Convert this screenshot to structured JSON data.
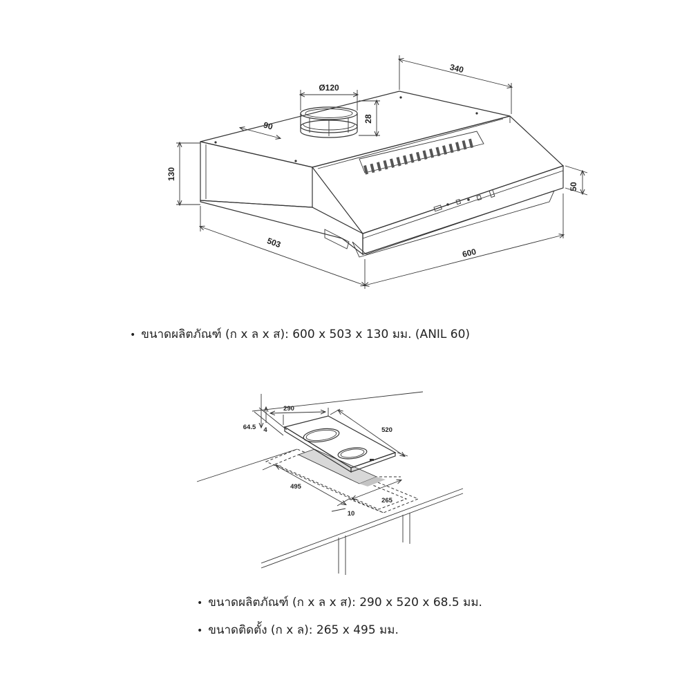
{
  "hood": {
    "dims": {
      "width": "600",
      "depth": "503",
      "height": "130",
      "top_depth": "340",
      "duct_diameter": "Ø120",
      "duct_height": "28",
      "duct_offset": "90",
      "front_lip": "50"
    },
    "spec": {
      "bullet": "•",
      "text": "ขนาดผลิตภัณฑ์ (ก x ล x ส): 600 x 503 x 130 มม. (ANIL 60)"
    }
  },
  "hob": {
    "dims": {
      "width": "290",
      "depth": "520",
      "height": "64.5",
      "glass": "4",
      "cutout_depth": "495",
      "cutout_width": "265",
      "margin": "10"
    },
    "spec_product": {
      "bullet": "•",
      "text": "ขนาดผลิตภัณฑ์ (ก x ล x ส): 290 x 520 x 68.5 มม."
    },
    "spec_install": {
      "bullet": "•",
      "text": "ขนาดติดตั้ง (ก x ล): 265 x 495 มม."
    }
  }
}
